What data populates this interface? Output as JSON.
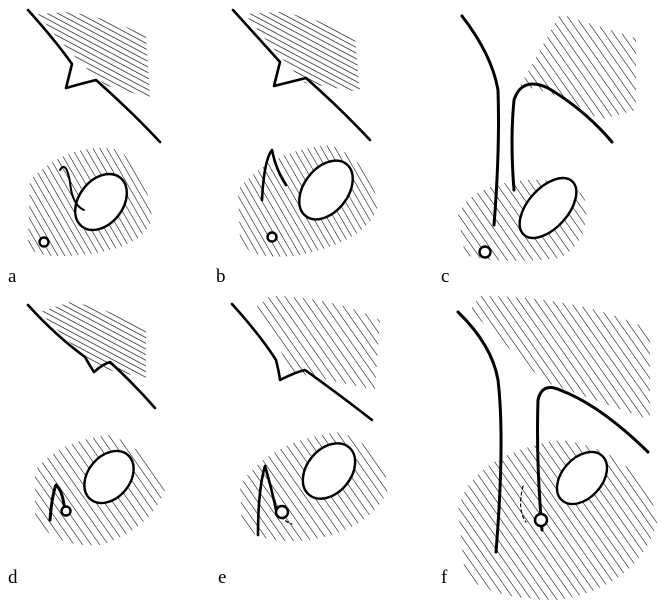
{
  "figure": {
    "panels": [
      {
        "id": "a",
        "label": "a"
      },
      {
        "id": "b",
        "label": "b"
      },
      {
        "id": "c",
        "label": "c"
      },
      {
        "id": "d",
        "label": "d"
      },
      {
        "id": "e",
        "label": "e"
      },
      {
        "id": "f",
        "label": "f"
      }
    ]
  }
}
